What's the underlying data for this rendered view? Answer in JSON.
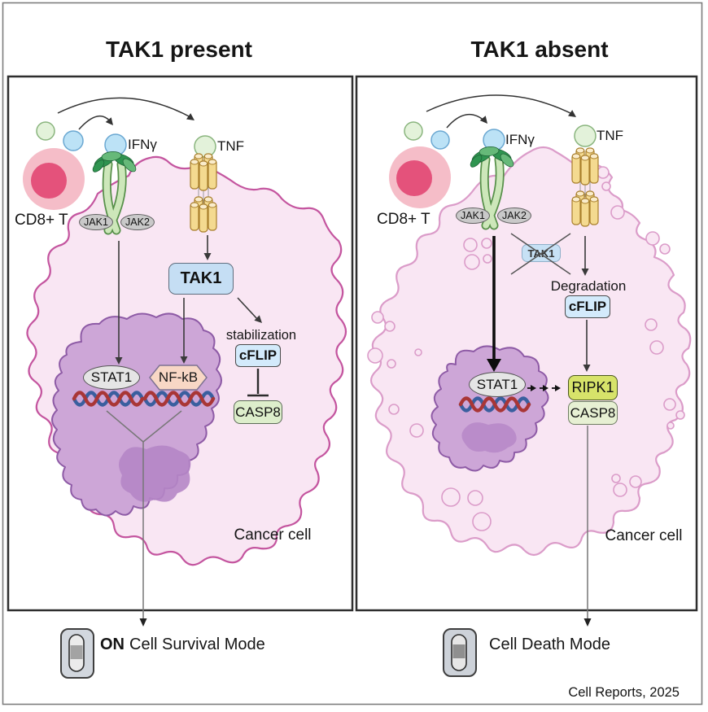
{
  "figure": {
    "credit": "Cell Reports, 2025"
  },
  "colors": {
    "membrane_left": "#c4559f",
    "membrane_right": "#db9cc9",
    "cytoplasm": "#f9e6f3",
    "nucleus": "#cda6d7",
    "nucleus_dark": "#b586c7",
    "tcell_outer": "#f5bdc8",
    "tcell_inner": "#e4527b",
    "ligand_green": "#e3f2da",
    "ligand_blue": "#bce2f6",
    "receptor_green": "#cde7ba",
    "tnf_receptor_tan": "#f4da90",
    "tak1_fill": "#c5def4",
    "cflip_fill": "#d3eafb",
    "casp8_fill": "#ddeecb",
    "ripk1_fill": "#d7e36a",
    "nfkb_fill": "#f8d7c5",
    "stat1_fill": "#e5e5e5",
    "jak_fill": "#c9c9c9",
    "switch_body": "#d2d7de"
  },
  "left_panel": {
    "title": "TAK1 present",
    "cd8_label": "CD8+ T",
    "ifng_label": "IFNγ",
    "tnf_label": "TNF",
    "jak1_label": "JAK1",
    "jak2_label": "JAK2",
    "tak1_label": "TAK1",
    "stat1_label": "STAT1",
    "nfkb_label": "NF-kB",
    "stabilization_label": "stabilization",
    "cflip_label": "cFLIP",
    "casp8_label": "CASP8",
    "cancer_cell_label": "Cancer cell",
    "switch_bold": "ON",
    "switch_text": "Cell Survival Mode"
  },
  "right_panel": {
    "title": "TAK1 absent",
    "cd8_label": "CD8+ T",
    "ifng_label": "IFNγ",
    "tnf_label": "TNF",
    "jak1_label": "JAK1",
    "jak2_label": "JAK2",
    "tak1_label": "TAK1",
    "degradation_label": "Degradation",
    "cflip_label": "cFLIP",
    "stat1_label": "STAT1",
    "ripk1_label": "RIPK1",
    "casp8_label": "CASP8",
    "cancer_cell_label": "Cancer cell",
    "switch_text": "Cell Death Mode"
  }
}
